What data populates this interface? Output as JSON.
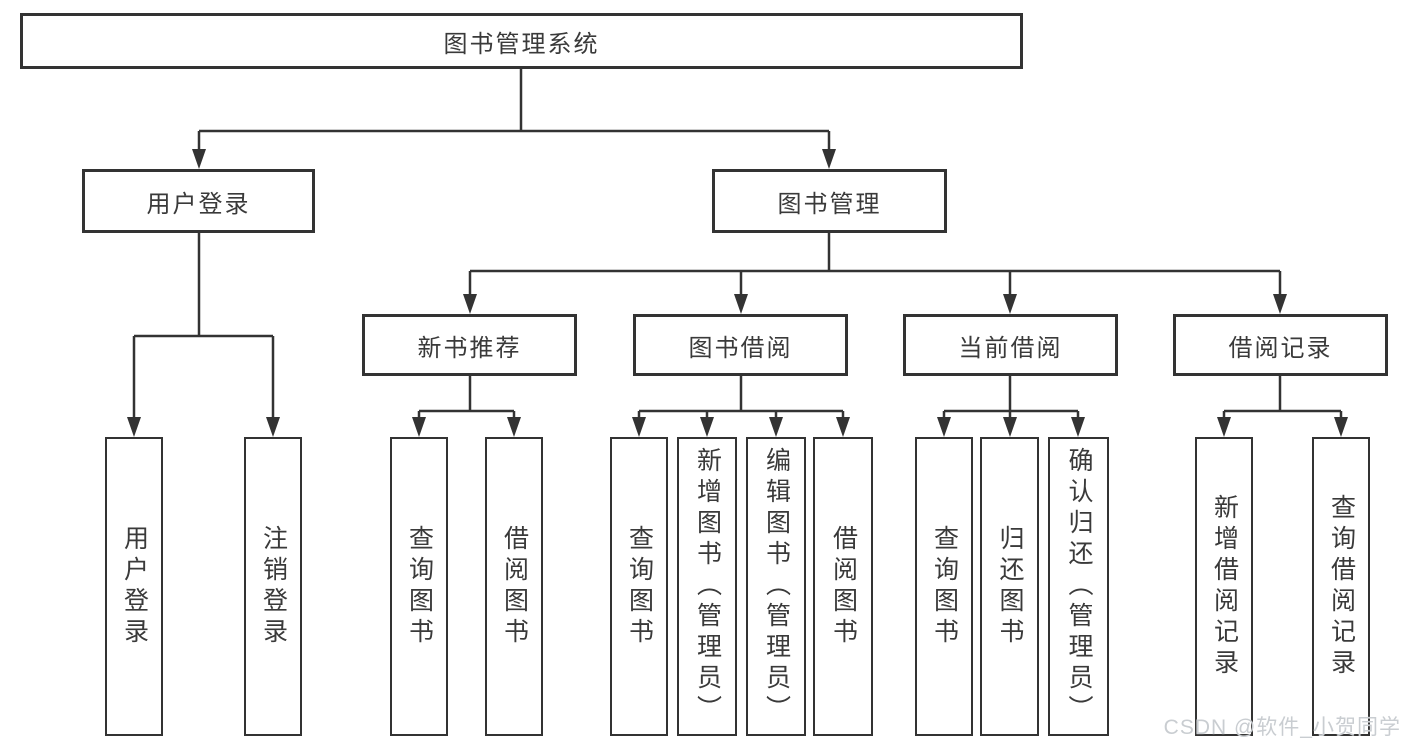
{
  "watermark": "CSDN @软件_小贺同学",
  "colors": {
    "line": "#333333",
    "box_border": "#333333",
    "box_fill": "#ffffff",
    "text": "#3a3a3a",
    "watermark": "#c9cdd1"
  },
  "tree": {
    "root": "图书管理系统",
    "branches": [
      {
        "label": "用户登录",
        "leaves": [
          "用户登录",
          "注销登录"
        ]
      },
      {
        "label": "图书管理",
        "groups": [
          {
            "label": "新书推荐",
            "leaves": [
              "查询图书",
              "借阅图书"
            ]
          },
          {
            "label": "图书借阅",
            "leaves": [
              "查询图书",
              "新增图书（管理员）",
              "编辑图书（管理员）",
              "借阅图书"
            ]
          },
          {
            "label": "当前借阅",
            "leaves": [
              "查询图书",
              "归还图书",
              "确认归还（管理员）"
            ]
          },
          {
            "label": "借阅记录",
            "leaves": [
              "新增借阅记录",
              "查询借阅记录"
            ]
          }
        ]
      }
    ]
  }
}
